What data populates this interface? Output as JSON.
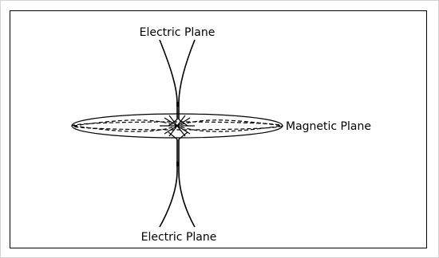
{
  "labels": {
    "electric_top": "Electric Plane",
    "magnetic": "Magnetic Plane",
    "electric_bottom": "Electric Plane"
  },
  "colors": {
    "line": "#000000",
    "background": "#ffffff",
    "outer_border": "#d4d4d4"
  }
}
